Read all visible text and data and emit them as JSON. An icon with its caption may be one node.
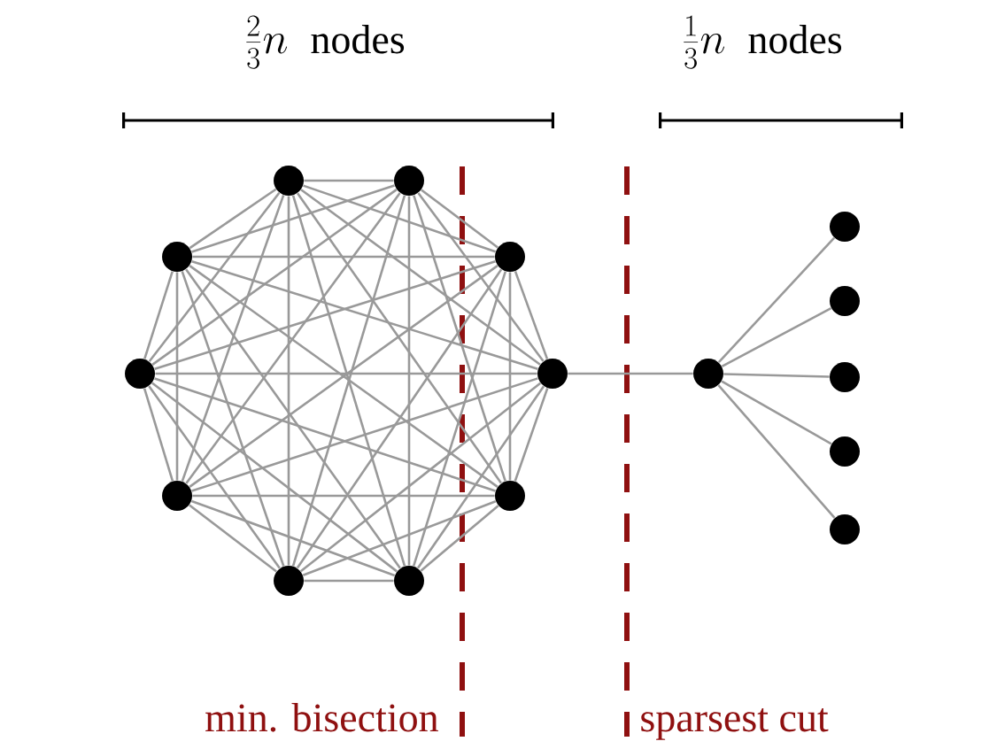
{
  "diagram": {
    "nodes": [
      {
        "text": [],
        "shape": "circle"
      },
      {
        "text": [],
        "shape": "circle"
      },
      {
        "text": [],
        "shape": "circle"
      },
      {
        "text": [],
        "shape": "circle"
      },
      {
        "text": [],
        "shape": "circle"
      },
      {
        "text": [],
        "shape": "circle"
      },
      {
        "text": [],
        "shape": "circle"
      },
      {
        "text": [],
        "shape": "circle"
      },
      {
        "text": [],
        "shape": "circle"
      },
      {
        "text": [],
        "shape": "circle"
      },
      {
        "text": [],
        "shape": "circle"
      },
      {
        "text": [],
        "shape": "circle"
      },
      {
        "text": [],
        "shape": "circle"
      },
      {
        "text": [],
        "shape": "circle"
      },
      {
        "text": [],
        "shape": "circle"
      },
      {
        "text": [],
        "shape": "circle"
      }
    ],
    "edges": [
      {
        "from": 0,
        "to": 1,
        "arrow": "none"
      },
      {
        "from": 0,
        "to": 2,
        "arrow": "none"
      },
      {
        "from": 0,
        "to": 3,
        "arrow": "none"
      },
      {
        "from": 0,
        "to": 4,
        "arrow": "none"
      },
      {
        "from": 0,
        "to": 5,
        "arrow": "none"
      },
      {
        "from": 0,
        "to": 6,
        "arrow": "none"
      },
      {
        "from": 0,
        "to": 7,
        "arrow": "none"
      },
      {
        "from": 0,
        "to": 8,
        "arrow": "none"
      },
      {
        "from": 0,
        "to": 9,
        "arrow": "none"
      },
      {
        "from": 1,
        "to": 2,
        "arrow": "none"
      },
      {
        "from": 1,
        "to": 3,
        "arrow": "none"
      },
      {
        "from": 1,
        "to": 4,
        "arrow": "none"
      },
      {
        "from": 1,
        "to": 5,
        "arrow": "none"
      },
      {
        "from": 1,
        "to": 6,
        "arrow": "none"
      },
      {
        "from": 1,
        "to": 7,
        "arrow": "none"
      },
      {
        "from": 1,
        "to": 8,
        "arrow": "none"
      },
      {
        "from": 1,
        "to": 9,
        "arrow": "none"
      },
      {
        "from": 2,
        "to": 3,
        "arrow": "none"
      },
      {
        "from": 2,
        "to": 4,
        "arrow": "none"
      },
      {
        "from": 2,
        "to": 5,
        "arrow": "none"
      },
      {
        "from": 2,
        "to": 6,
        "arrow": "none"
      },
      {
        "from": 2,
        "to": 7,
        "arrow": "none"
      },
      {
        "from": 2,
        "to": 8,
        "arrow": "none"
      },
      {
        "from": 2,
        "to": 9,
        "arrow": "none"
      },
      {
        "from": 3,
        "to": 4,
        "arrow": "none"
      },
      {
        "from": 3,
        "to": 5,
        "arrow": "none"
      },
      {
        "from": 3,
        "to": 6,
        "arrow": "none"
      },
      {
        "from": 3,
        "to": 7,
        "arrow": "none"
      },
      {
        "from": 3,
        "to": 8,
        "arrow": "none"
      },
      {
        "from": 3,
        "to": 9,
        "arrow": "none"
      },
      {
        "from": 4,
        "to": 5,
        "arrow": "none"
      },
      {
        "from": 4,
        "to": 6,
        "arrow": "none"
      },
      {
        "from": 4,
        "to": 7,
        "arrow": "none"
      },
      {
        "from": 4,
        "to": 8,
        "arrow": "none"
      },
      {
        "from": 4,
        "to": 9,
        "arrow": "none"
      },
      {
        "from": 5,
        "to": 6,
        "arrow": "none"
      },
      {
        "from": 5,
        "to": 7,
        "arrow": "none"
      },
      {
        "from": 5,
        "to": 8,
        "arrow": "none"
      },
      {
        "from": 5,
        "to": 9,
        "arrow": "none"
      },
      {
        "from": 6,
        "to": 7,
        "arrow": "none"
      },
      {
        "from": 6,
        "to": 8,
        "arrow": "none"
      },
      {
        "from": 6,
        "to": 9,
        "arrow": "none"
      },
      {
        "from": 7,
        "to": 8,
        "arrow": "none"
      },
      {
        "from": 7,
        "to": 9,
        "arrow": "none"
      },
      {
        "from": 8,
        "to": 9,
        "arrow": "none"
      },
      {
        "from": 3,
        "to": 10,
        "arrow": "none"
      },
      {
        "from": 10,
        "to": 11,
        "arrow": "none"
      },
      {
        "from": 10,
        "to": 12,
        "arrow": "none"
      },
      {
        "from": 10,
        "to": 13,
        "arrow": "none"
      },
      {
        "from": 10,
        "to": 14,
        "arrow": "none"
      },
      {
        "from": 10,
        "to": 15,
        "arrow": "none"
      }
    ],
    "labels": [
      "\\frac{2}{3}n",
      "nodes",
      "\\frac{1}{3}n",
      "nodes",
      "min. bisection",
      "sparsest cut"
    ]
  }
}
